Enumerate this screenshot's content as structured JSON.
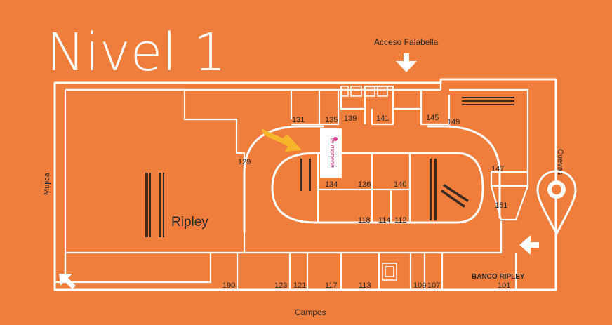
{
  "map": {
    "title": "Nivel 1",
    "streets": {
      "top": "Acceso Falabella",
      "left": "Mujica",
      "right": "Cuevas",
      "bottom": "Campos"
    },
    "anchor_store": "Ripley",
    "bank": "BANCO RIPLEY",
    "highlight_store_logo": "la moneda",
    "stores": [
      "131",
      "135",
      "139",
      "141",
      "145",
      "149",
      "129",
      "147",
      "134",
      "136",
      "140",
      "151",
      "118",
      "114",
      "112",
      "190",
      "123",
      "121",
      "117",
      "113",
      "109",
      "107",
      "101"
    ]
  },
  "colors": {
    "background": "#ef7d3c",
    "lines": "#ffffff",
    "text": "#2b2b2b",
    "pointer_arrow": "#f7b52b",
    "logo_pink": "#d63b8f"
  },
  "icons": [
    "down-arrow-icon",
    "left-arrow-icon",
    "diagonal-arrow-icon",
    "location-pin-icon",
    "pointer-arrow-icon"
  ]
}
